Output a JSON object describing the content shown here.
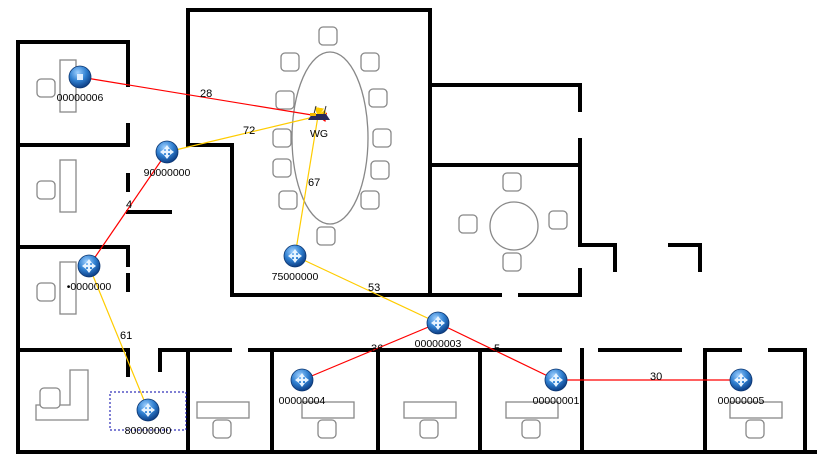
{
  "diagram": {
    "gateway": {
      "id": "WG",
      "icon": "router-icon"
    },
    "nodes": [
      {
        "id": "00000006",
        "icon": "node-stop-icon"
      },
      {
        "id": "90000000",
        "icon": "node-move-icon"
      },
      {
        "id": "•0000000",
        "icon": "node-move-icon"
      },
      {
        "id": "75000000",
        "icon": "node-move-icon"
      },
      {
        "id": "00000003",
        "icon": "node-move-icon"
      },
      {
        "id": "00000004",
        "icon": "node-move-icon"
      },
      {
        "id": "00000001",
        "icon": "node-move-icon"
      },
      {
        "id": "00000005",
        "icon": "node-move-icon"
      },
      {
        "id": "80000000",
        "icon": "node-move-icon",
        "selected": true
      }
    ],
    "links": [
      {
        "from": "WG",
        "to": "00000006",
        "label": "28",
        "color": "#ff0000"
      },
      {
        "from": "WG",
        "to": "90000000",
        "label": "72",
        "color": "#ffcc00"
      },
      {
        "from": "WG",
        "to": "75000000",
        "label": "67",
        "color": "#ffcc00"
      },
      {
        "from": "90000000",
        "to": "•0000000",
        "label": "4",
        "color": "#ff0000"
      },
      {
        "from": "80000000",
        "to": "•0000000",
        "label": "61",
        "color": "#ffcc00"
      },
      {
        "from": "00000003",
        "to": "75000000",
        "label": "53",
        "color": "#ffcc00"
      },
      {
        "from": "00000003",
        "to": "00000004",
        "label": "36",
        "color": "#ff0000"
      },
      {
        "from": "00000003",
        "to": "00000001",
        "label": "5",
        "color": "#ff0000"
      },
      {
        "from": "00000001",
        "to": "00000005",
        "label": "30",
        "color": "#ff0000"
      }
    ]
  }
}
